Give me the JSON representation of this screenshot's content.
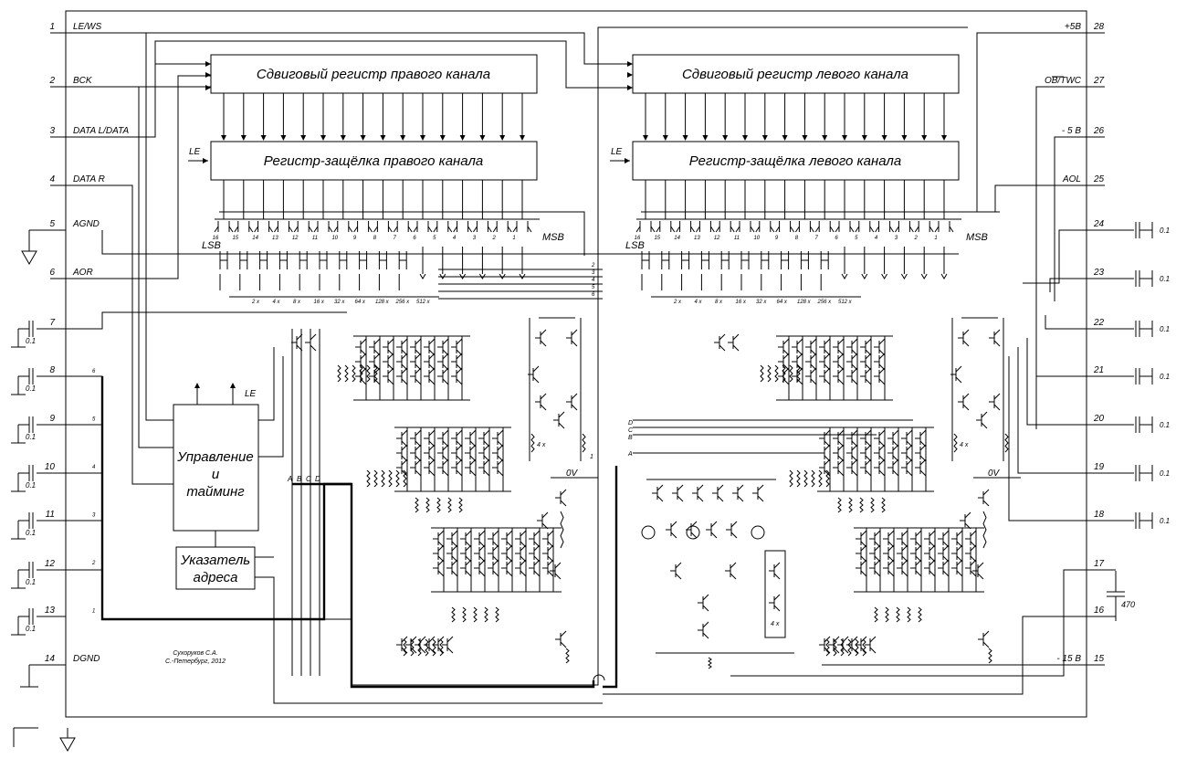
{
  "pins_left": [
    {
      "num": "1",
      "name": "LE/WS"
    },
    {
      "num": "2",
      "name": "BCK"
    },
    {
      "num": "3",
      "name": "DATA L/DATA"
    },
    {
      "num": "4",
      "name": "DATA R"
    },
    {
      "num": "5",
      "name": "AGND"
    },
    {
      "num": "6",
      "name": "AOR"
    },
    {
      "num": "7",
      "name": ""
    },
    {
      "num": "8",
      "name": ""
    },
    {
      "num": "9",
      "name": ""
    },
    {
      "num": "10",
      "name": ""
    },
    {
      "num": "11",
      "name": ""
    },
    {
      "num": "12",
      "name": ""
    },
    {
      "num": "13",
      "name": ""
    },
    {
      "num": "14",
      "name": "DGND"
    }
  ],
  "pins_right": [
    {
      "num": "28",
      "name": "+5B"
    },
    {
      "num": "27",
      "name": "OB/TWC"
    },
    {
      "num": "26",
      "name": "- 5 B"
    },
    {
      "num": "25",
      "name": "AOL"
    },
    {
      "num": "24",
      "name": ""
    },
    {
      "num": "23",
      "name": ""
    },
    {
      "num": "22",
      "name": ""
    },
    {
      "num": "21",
      "name": ""
    },
    {
      "num": "20",
      "name": ""
    },
    {
      "num": "19",
      "name": ""
    },
    {
      "num": "18",
      "name": ""
    },
    {
      "num": "17",
      "name": ""
    },
    {
      "num": "16",
      "name": ""
    },
    {
      "num": "15",
      "name": "- 15 B"
    }
  ],
  "cap_value": "0.1",
  "cap_470": "470",
  "blocks": {
    "shift_right": "Сдвиговый регистр правого канала",
    "shift_left": "Сдвиговый регистр левого канала",
    "latch_right": "Регистр-защёлка правого канала",
    "latch_left": "Регистр-защёлка левого канала",
    "control_l1": "Управление",
    "control_l2": "и",
    "control_l3": "тайминг",
    "pointer_l1": "Указатель",
    "pointer_l2": "адреса"
  },
  "labels": {
    "le": "LE",
    "lsb": "LSB",
    "msb": "MSB",
    "zero_v": "0V",
    "four_x": "4 x",
    "abcd": [
      "A",
      "B",
      "C",
      "D"
    ],
    "bus_nums": [
      "2",
      "3",
      "4",
      "5",
      "6"
    ],
    "bus_one": "1",
    "weights": [
      "2 x",
      "4 x",
      "8 x",
      "16 x",
      "32 x",
      "64 x",
      "128 x",
      "256 x",
      "512 x"
    ],
    "bit_nums": [
      "16",
      "15",
      "14",
      "13",
      "12",
      "11",
      "10",
      "9",
      "8",
      "7",
      "6",
      "5",
      "4",
      "3",
      "2",
      "1"
    ],
    "cap_left_nums": [
      "6",
      "5",
      "4",
      "3",
      "2",
      "1"
    ]
  },
  "author_line1": "Сухоруков С.А.",
  "author_line2": "С.-Петербург, 2012"
}
